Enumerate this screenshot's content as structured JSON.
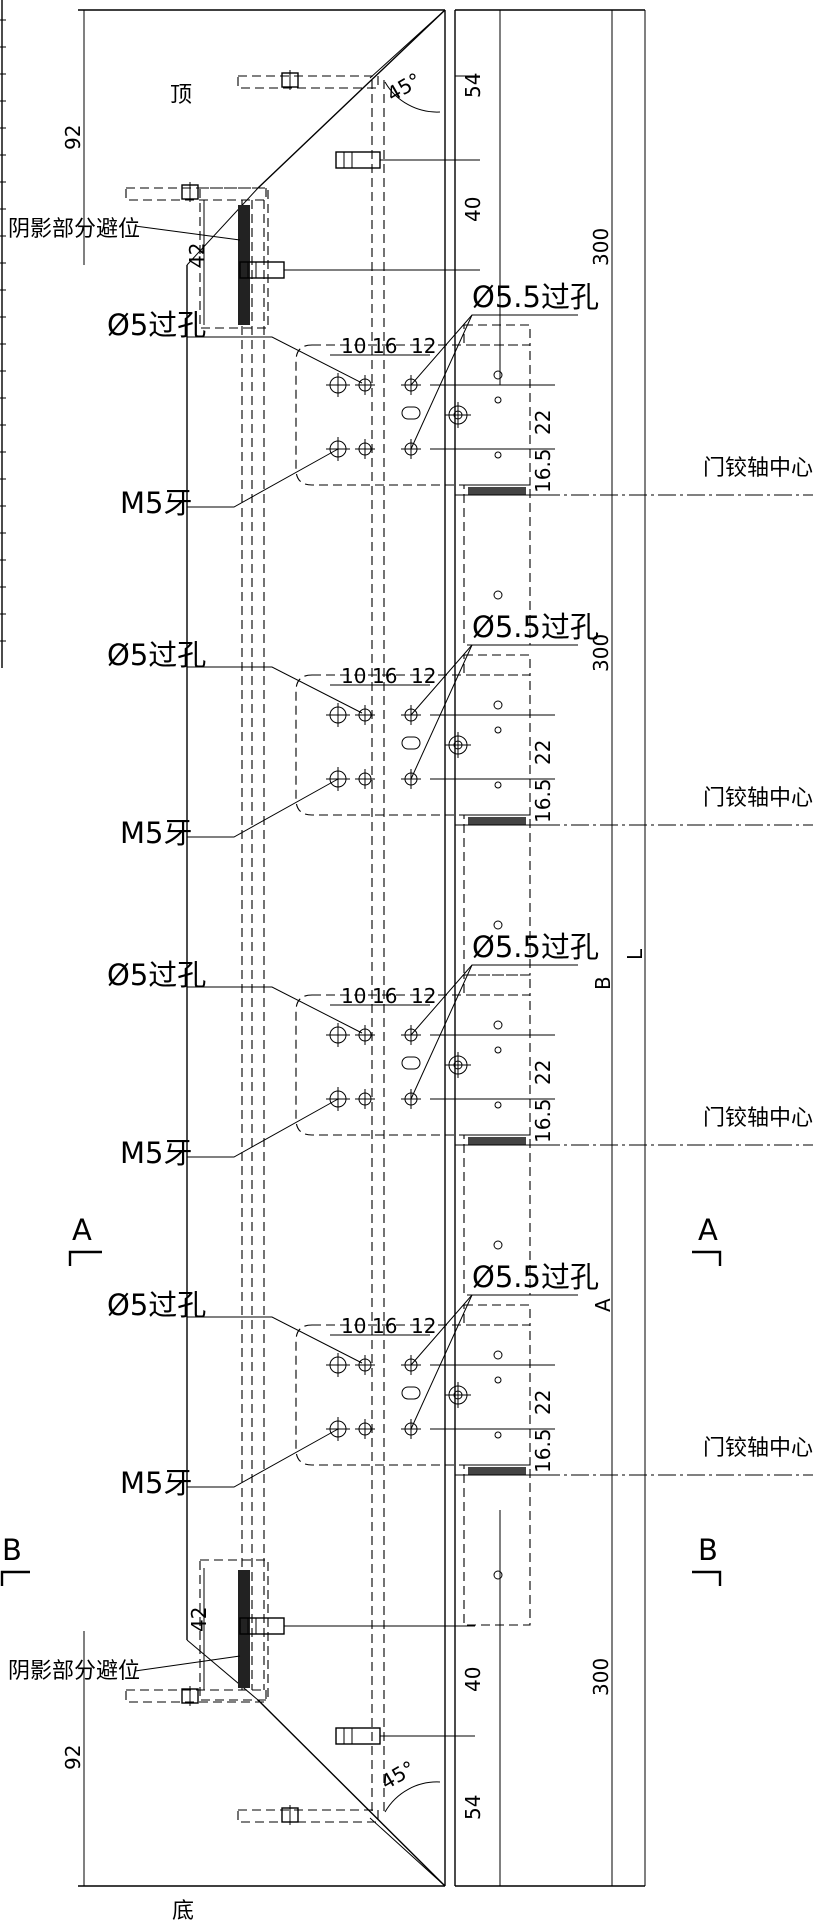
{
  "labels": {
    "top": "顶",
    "bottom": "底",
    "shadow_clearance": "阴影部分避位",
    "hole_5": "Ø5过孔",
    "hole_5_5": "Ø5.5过孔",
    "thread_m5": "M5牙",
    "hinge_centre": "门铰轴中心",
    "section_a": "A",
    "section_b": "B",
    "angle": "45°"
  },
  "dimensions": {
    "d92": "92",
    "d54": "54",
    "d40": "40",
    "d42": "42",
    "d300": "300",
    "d10": "10",
    "d16": "16",
    "d12": "12",
    "d22": "22",
    "d16_5": "16.5",
    "dimA": "A",
    "dimB": "B",
    "dimL": "L"
  }
}
